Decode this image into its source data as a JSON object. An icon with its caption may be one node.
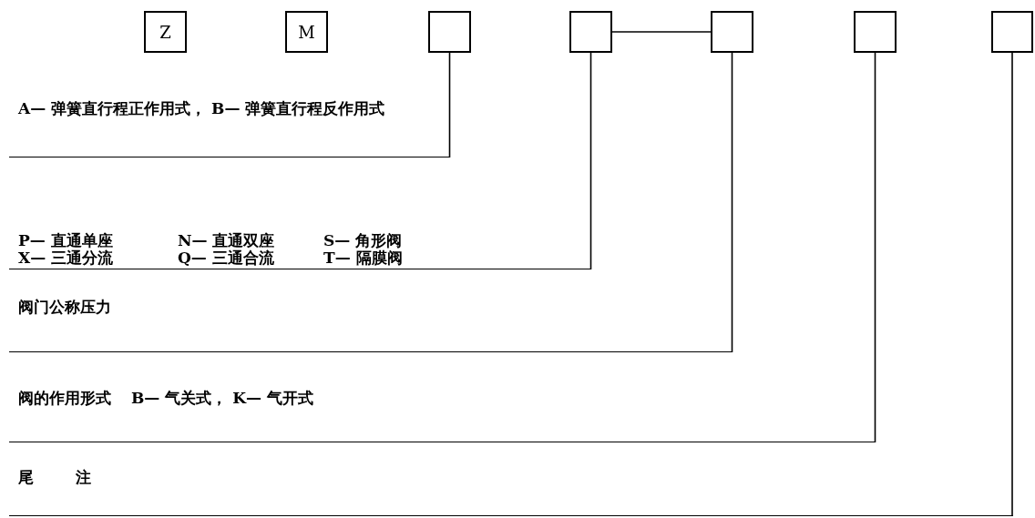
{
  "diagram": {
    "nodes": [
      {
        "text": [
          "Z"
        ]
      },
      {
        "text": [
          "M"
        ]
      },
      {
        "text": [],
        "shape": "box"
      },
      {
        "text": [],
        "shape": "box"
      },
      {
        "text": [],
        "shape": "box"
      },
      {
        "text": [],
        "shape": "box"
      },
      {
        "text": [],
        "shape": "box"
      },
      {
        "text": [
          "A— 弹簧直行程正作用式， B— 弹簧直行程反作用式"
        ]
      },
      {
        "text": [
          "P— 直通单座",
          "N— 直通双座",
          "S— 角形阀",
          "X— 三通分流",
          "Q— 三通合流",
          "T— 隔膜阀"
        ]
      },
      {
        "text": [
          "阀门公称压力"
        ]
      },
      {
        "text": [
          "阀的作用形式",
          "B— 气关式， K— 气开式"
        ]
      },
      {
        "text": [
          "尾注"
        ]
      }
    ],
    "edges": [
      {
        "from": 2,
        "to": 7,
        "arrow": "none"
      },
      {
        "from": 3,
        "to": 4,
        "arrow": "none"
      },
      {
        "from": 3,
        "to": 8,
        "arrow": "none"
      },
      {
        "from": 4,
        "to": 9,
        "arrow": "none"
      },
      {
        "from": 5,
        "to": 10,
        "arrow": "none"
      },
      {
        "from": 6,
        "to": 11,
        "arrow": "none"
      }
    ]
  }
}
